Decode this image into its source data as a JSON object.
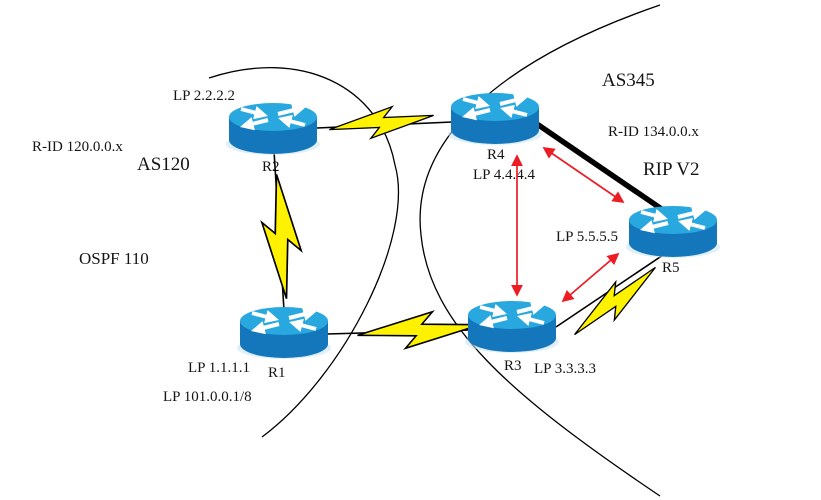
{
  "diagram_type": "bgp-ospf-rip-network-topology",
  "regions": {
    "as120": {
      "label": "AS120",
      "protocol": "OSPF 110",
      "router_id": "R-ID 120.0.0.x"
    },
    "as345": {
      "label": "AS345",
      "protocol": "RIP V2",
      "router_id": "R-ID 134.0.0.x"
    }
  },
  "routers": [
    {
      "id": "R1",
      "loopbacks": [
        "LP 1.1.1.1",
        "LP 101.0.0.1/8"
      ]
    },
    {
      "id": "R2",
      "loopbacks": [
        "LP 2.2.2.2"
      ]
    },
    {
      "id": "R3",
      "loopbacks": [
        "LP 3.3.3.3"
      ]
    },
    {
      "id": "R4",
      "loopbacks": [
        "LP 4.4.4.4"
      ]
    },
    {
      "id": "R5",
      "loopbacks": [
        "LP 5.5.5.5"
      ]
    }
  ],
  "links": [
    {
      "from": "R2",
      "to": "R4",
      "type": "serial-lightning"
    },
    {
      "from": "R2",
      "to": "R1",
      "type": "serial-lightning"
    },
    {
      "from": "R1",
      "to": "R3",
      "type": "serial-lightning"
    },
    {
      "from": "R3",
      "to": "R5",
      "type": "serial-lightning"
    },
    {
      "from": "R4",
      "to": "R5",
      "type": "thick-black-line"
    },
    {
      "from": "R4",
      "to": "R3",
      "type": "red-double-arrow"
    },
    {
      "from": "R4",
      "to": "R5",
      "type": "red-double-arrow"
    },
    {
      "from": "R3",
      "to": "R5",
      "type": "red-double-arrow"
    }
  ],
  "colors": {
    "router_top": "#29A8DF",
    "router_body": "#1477BC",
    "bolt_fill": "#FFF200",
    "arrow_red": "#ED1C24",
    "line_black": "#000000",
    "background": "#FFFFFF"
  }
}
